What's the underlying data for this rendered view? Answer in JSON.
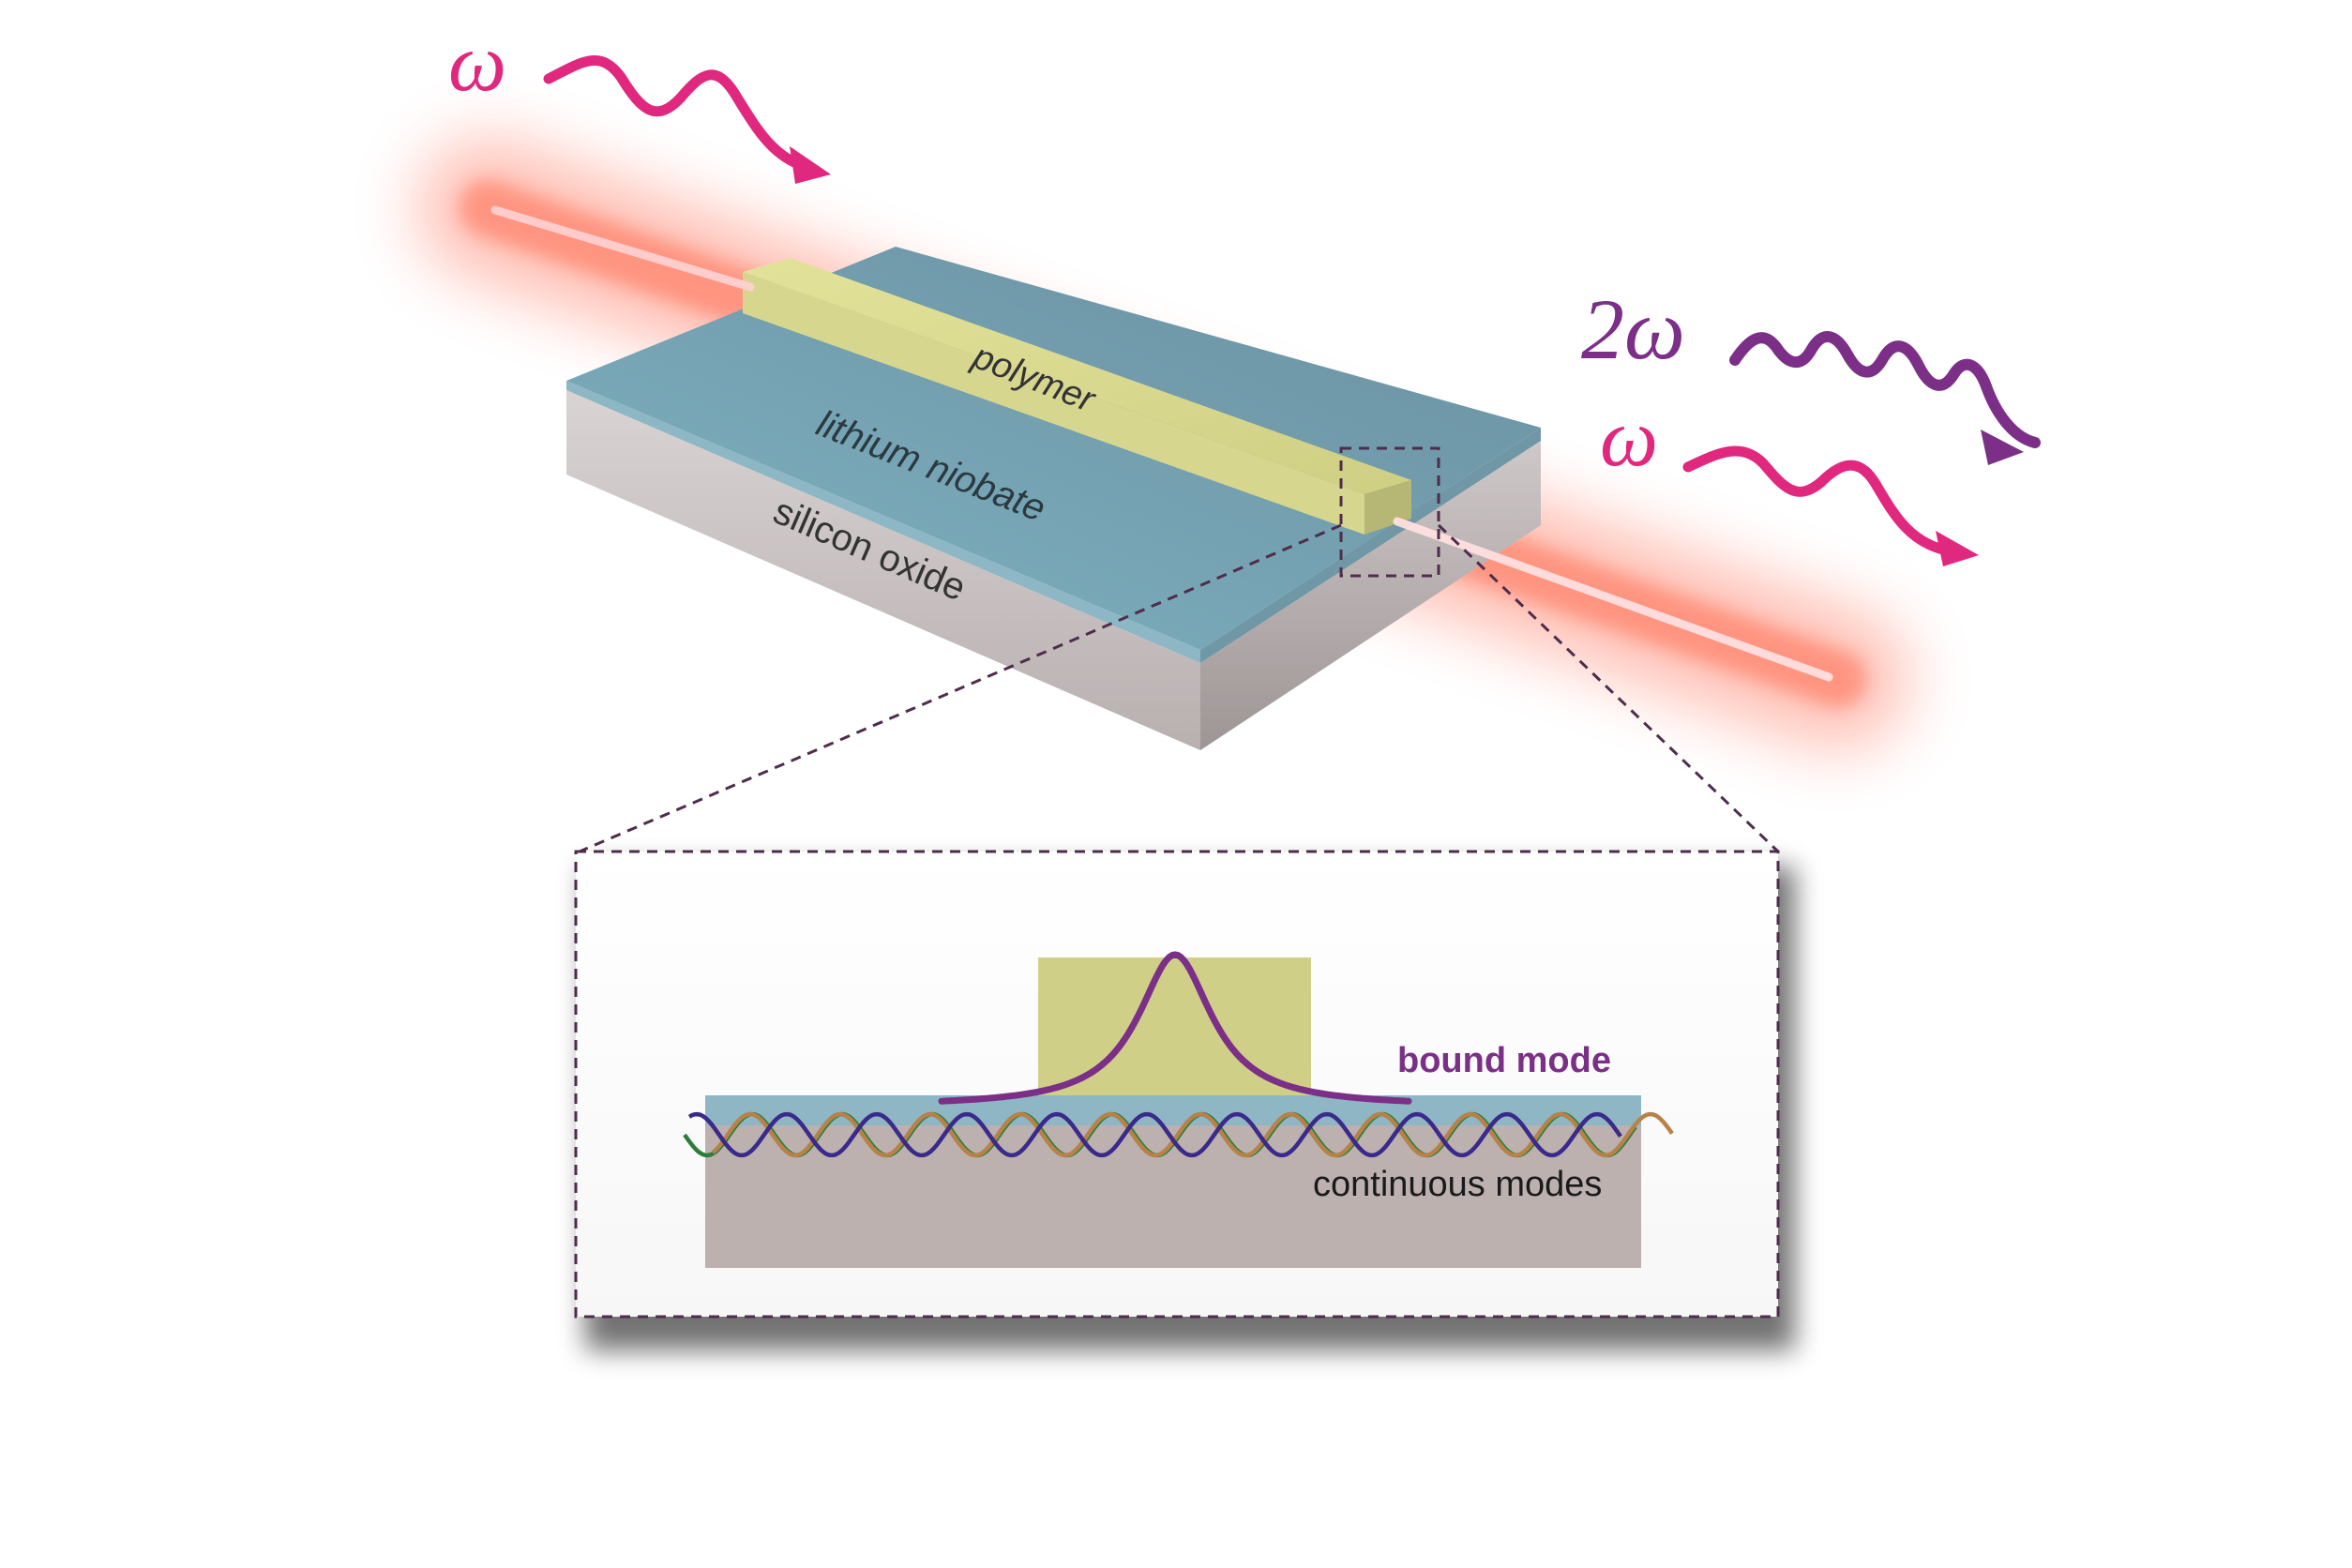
{
  "beam": {
    "input_label": "ω",
    "output_sh_label": "2ω",
    "output_fund_label": "ω"
  },
  "layers": {
    "polymer": "polymer",
    "lithium_niobate": "lithium niobate",
    "silicon_oxide": "silicon oxide"
  },
  "inset": {
    "bound_mode": "bound mode",
    "continuous_modes": "continuous modes"
  },
  "colors": {
    "fundamental": "#e0287e",
    "second_harmonic": "#7b2f87",
    "polymer": "#d9d98a",
    "lithium_niobate": "#7ea9b8",
    "silicon_oxide": "#c8bebe",
    "glow": "#ff5030",
    "wave_green": "#2e7d3c",
    "wave_blue": "#3a2a8a",
    "wave_orange": "#b7824a"
  }
}
